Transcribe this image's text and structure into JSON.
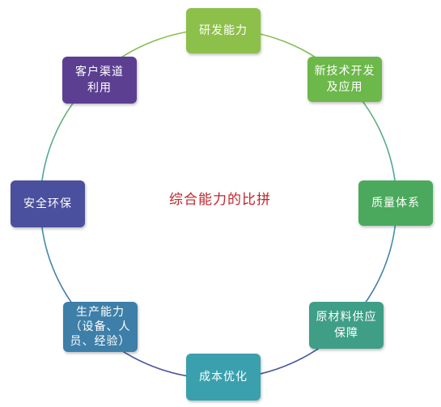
{
  "diagram": {
    "center": "综合能力的比拼",
    "nodes": [
      {
        "id": "rd",
        "label": "研发能力",
        "color": "#8dc04a"
      },
      {
        "id": "newtech",
        "label": "新技术开发\n及应用",
        "color": "#6cb84a"
      },
      {
        "id": "quality",
        "label": "质量体系",
        "color": "#4aa95d"
      },
      {
        "id": "material",
        "label": "原材料供应\n保障",
        "color": "#3f9e86"
      },
      {
        "id": "cost",
        "label": "成本优化",
        "color": "#3aa0ad"
      },
      {
        "id": "production",
        "label": "生产能力\n（设备、人\n员、经验）",
        "color": "#3d7fa8"
      },
      {
        "id": "safety",
        "label": "安全环保",
        "color": "#4a4f9e"
      },
      {
        "id": "channel",
        "label": "客户渠道\n利用",
        "color": "#5c3f91"
      }
    ]
  },
  "colors": {
    "center_text": "#c0262a",
    "ring_start": "#8dc04a",
    "ring_end": "#4a3f91"
  }
}
